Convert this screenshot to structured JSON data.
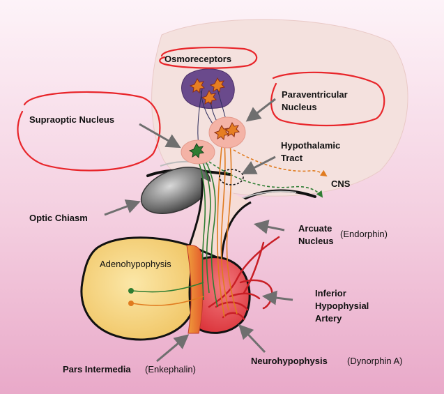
{
  "labels": {
    "osmoreceptors": "Osmoreceptors",
    "paraventricular_1": "Paraventricular",
    "paraventricular_2": "Nucleus",
    "supraoptic": "Supraoptic Nucleus",
    "hypothalamic_1": "Hypothalamic",
    "hypothalamic_2": "Tract",
    "cns": "CNS",
    "optic_chiasm": "Optic Chiasm",
    "arcuate_1": "Arcuate",
    "arcuate_2": "Nucleus",
    "arcuate_sub": "(Endorphin)",
    "adenohypophysis": "Adenohypophysis",
    "inferior_1": "Inferior",
    "inferior_2": "Hypophysial",
    "inferior_3": "Artery",
    "pars_intermedia": "Pars Intermedia",
    "pars_intermedia_sub": "(Enkephalin)",
    "neurohypophysis": "Neurohypophysis",
    "neurohypophysis_sub": "(Dynorphin A)"
  },
  "colors": {
    "background_top": "#fdf3f8",
    "background_bottom": "#e9a9c9",
    "hypothalamus_blob": "#f4e1de",
    "annotation_red": "#e8252a",
    "green_tract": "#2e7d32",
    "orange_tract": "#e07b1f",
    "adenohypophysis_fill": "#f3d27a",
    "neurohypophysis_fill": "#e6454b",
    "osmoreceptor_fill": "#6a4a8c",
    "arrow_gray": "#777777"
  }
}
